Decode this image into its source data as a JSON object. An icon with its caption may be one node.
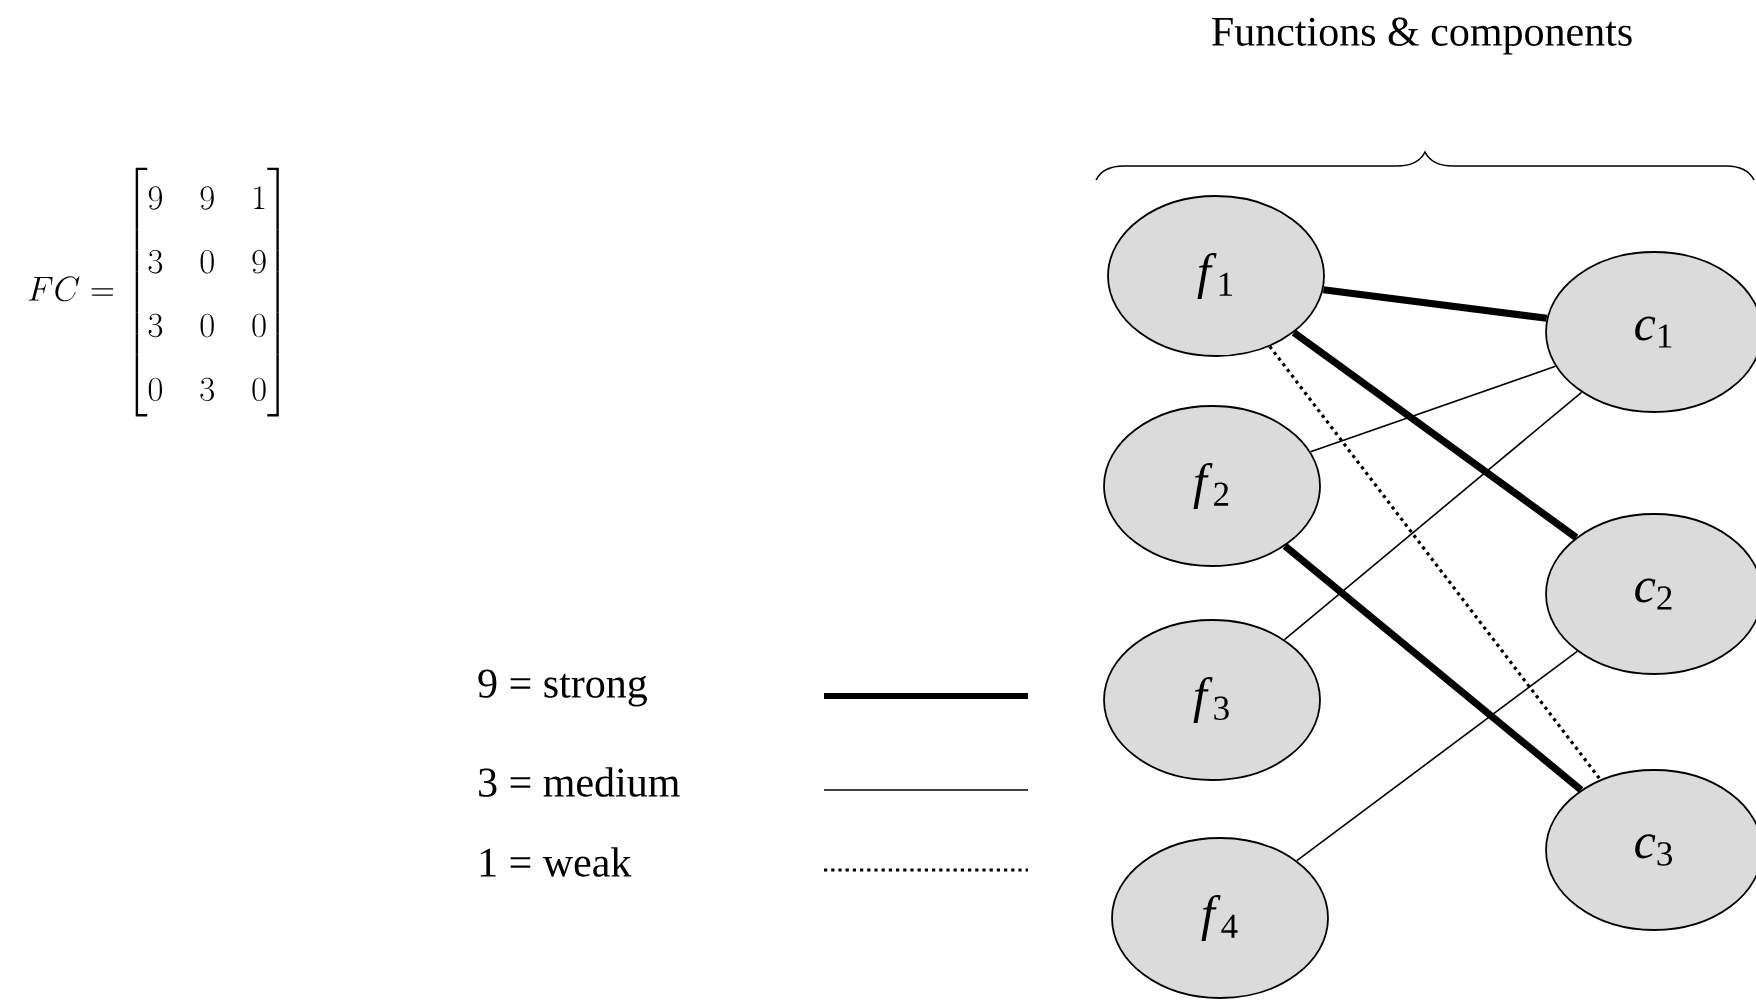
{
  "diagram": {
    "title": "Functions & components",
    "nodes": [
      {
        "text": [
          "*f*$_{1}$"
        ]
      },
      {
        "text": [
          "*f*$_{2}$"
        ]
      },
      {
        "text": [
          "*f*$_{3}$"
        ]
      },
      {
        "text": [
          "*f*$_{4}$"
        ]
      },
      {
        "text": [
          "*c*$_{1}$"
        ]
      },
      {
        "text": [
          "*c*$_{2}$"
        ]
      },
      {
        "text": [
          "*c*$_{3}$"
        ]
      }
    ],
    "edges": [
      {
        "from": 0,
        "to": 4,
        "arrow": "none",
        "style": "thick"
      },
      {
        "from": 0,
        "to": 5,
        "arrow": "none",
        "style": "thick"
      },
      {
        "from": 0,
        "to": 6,
        "arrow": "none",
        "style": "dashed"
      },
      {
        "from": 1,
        "to": 4,
        "arrow": "none"
      },
      {
        "from": 1,
        "to": 6,
        "arrow": "none",
        "style": "thick"
      },
      {
        "from": 2,
        "to": 4,
        "arrow": "none"
      },
      {
        "from": 3,
        "to": 5,
        "arrow": "none"
      }
    ],
    "labels": [
      "FC=\\begin{bmatrix}9&9&1\\\\3&0&9\\\\3&0&0\\\\0&3&0\\end{bmatrix}"
    ],
    "legend": [
      {
        "text": "9 = strong"
      },
      {
        "text": "3 = medium"
      },
      {
        "text": "1 = weak"
      }
    ]
  }
}
